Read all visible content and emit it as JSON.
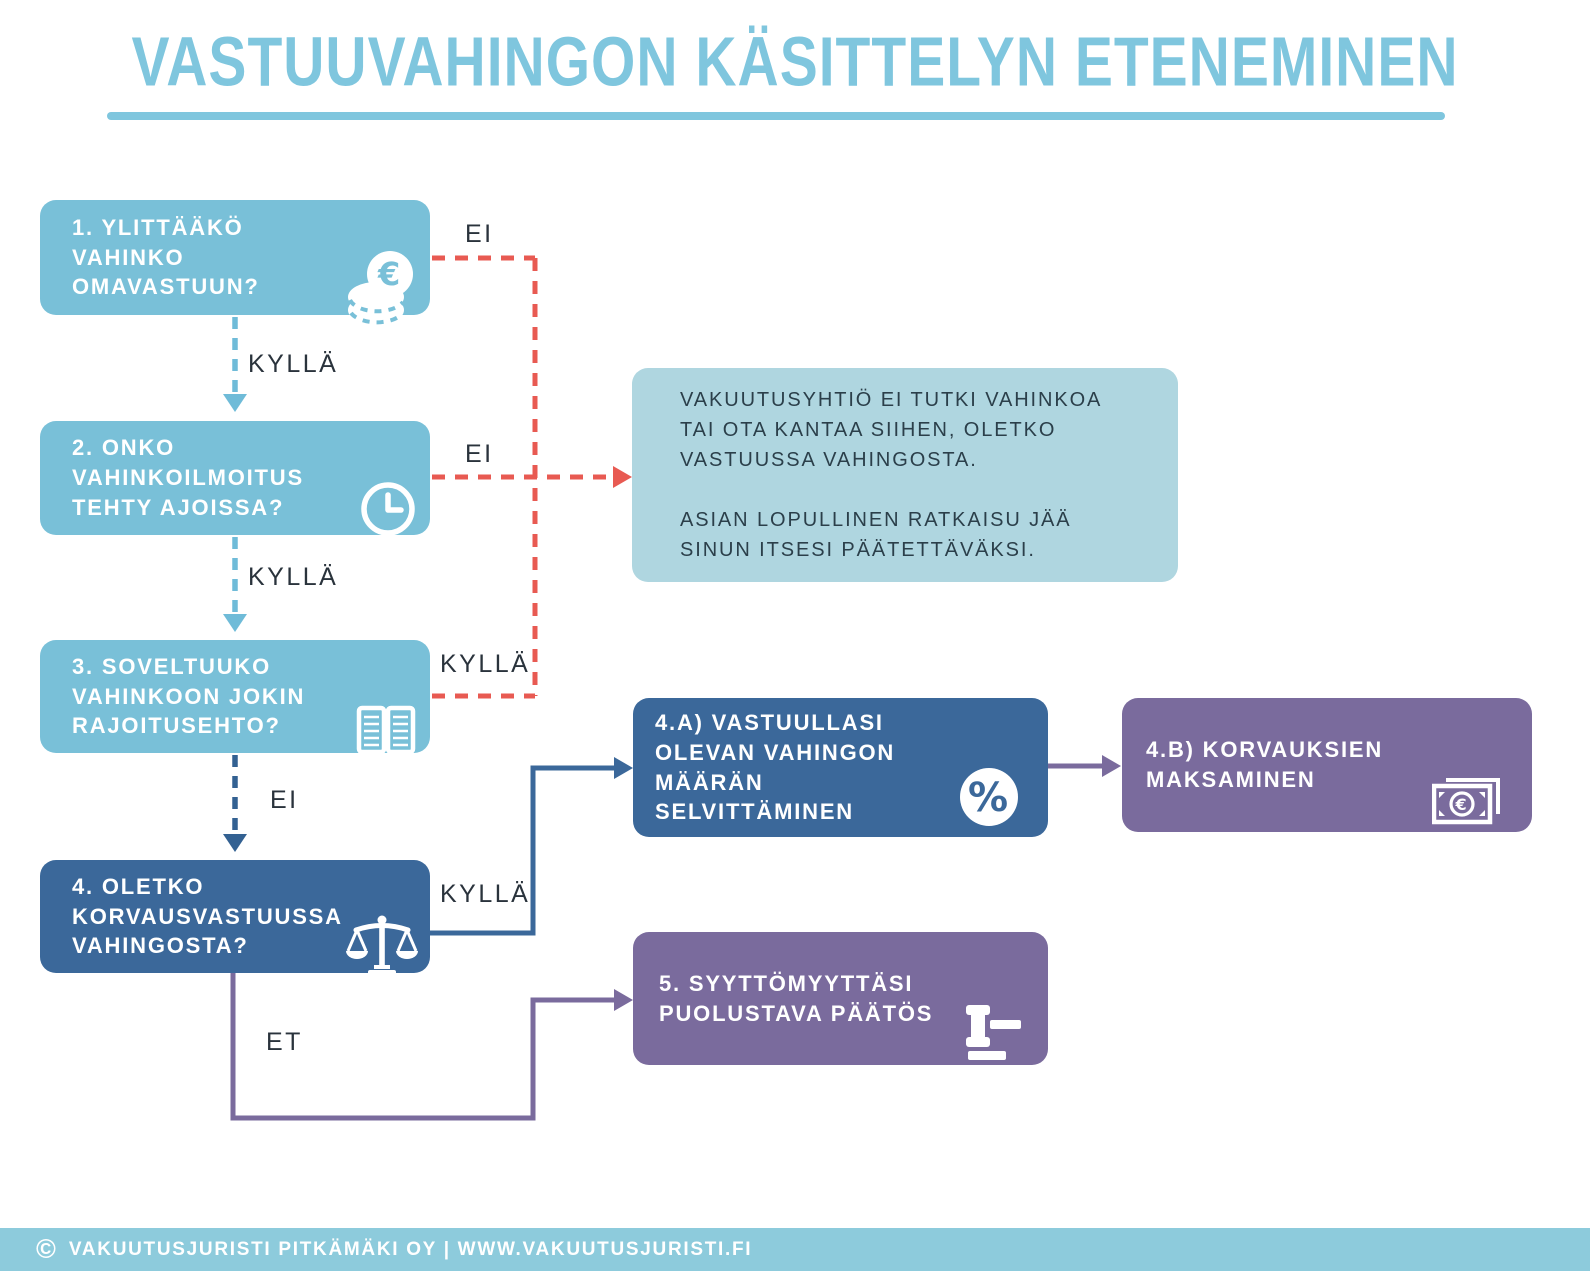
{
  "title": "VASTUUVAHINGON KÄSITTELYN ETENEMINEN",
  "colors": {
    "teal_box": "#79C0D8",
    "info_box": "#AFD6E0",
    "dark_blue_box": "#3B689A",
    "purple_box": "#7A6B9D",
    "red_connector": "#E85A52",
    "teal_connector": "#6FBBD8",
    "navy_connector": "#336192",
    "title_accent": "#7FC6DE",
    "footer_bar": "#8DCBDC"
  },
  "boxes": {
    "step1": {
      "text": "1. YLITTÄÄKÖ\nVAHINKO\nOMAVASTUUN?",
      "icon": "euro-coins-icon"
    },
    "step2": {
      "text": "2. ONKO\nVAHINKOILMOITUS\nTEHTY AJOISSA?",
      "icon": "clock-icon"
    },
    "step3": {
      "text": "3. SOVELTUUKO\nVAHINKOON JOKIN\nRAJOITUSEHTO?",
      "icon": "open-book-icon"
    },
    "step4": {
      "text": "4. OLETKO\nKORVAUSVASTUUSSA\nVAHINGOSTA?",
      "icon": "scales-icon"
    },
    "info": {
      "text": "VAKUUTUSYHTIÖ EI TUTKI VAHINKOA\nTAI OTA KANTAA SIIHEN, OLETKO\nVASTUUSSA VAHINGOSTA.\n\nASIAN LOPULLINEN RATKAISU JÄÄ\nSINUN ITSESI PÄÄTETTÄVÄKSI."
    },
    "step4a": {
      "text": "4.A) VASTUULLASI\nOLEVAN VAHINGON\nMÄÄRÄN\nSELVITTÄMINEN",
      "icon": "percent-icon"
    },
    "step4b": {
      "text": "4.B) KORVAUKSIEN\nMAKSAMINEN",
      "icon": "banknote-icon"
    },
    "step5": {
      "text": "5. SYYTTÖMYYTTÄSI\nPUOLUSTAVA PÄÄTÖS",
      "icon": "gavel-icon"
    }
  },
  "edges": {
    "step1_no": "EI",
    "step1_yes": "KYLLÄ",
    "step2_no": "EI",
    "step2_yes": "KYLLÄ",
    "step3_yes": "KYLLÄ",
    "step3_no": "EI",
    "step4_yes": "KYLLÄ",
    "step4_no": "ET"
  },
  "footer": {
    "copyright": "©",
    "text": "VAKUUTUSJURISTI PITKÄMÄKI OY | WWW.VAKUUTUSJURISTI.FI"
  }
}
